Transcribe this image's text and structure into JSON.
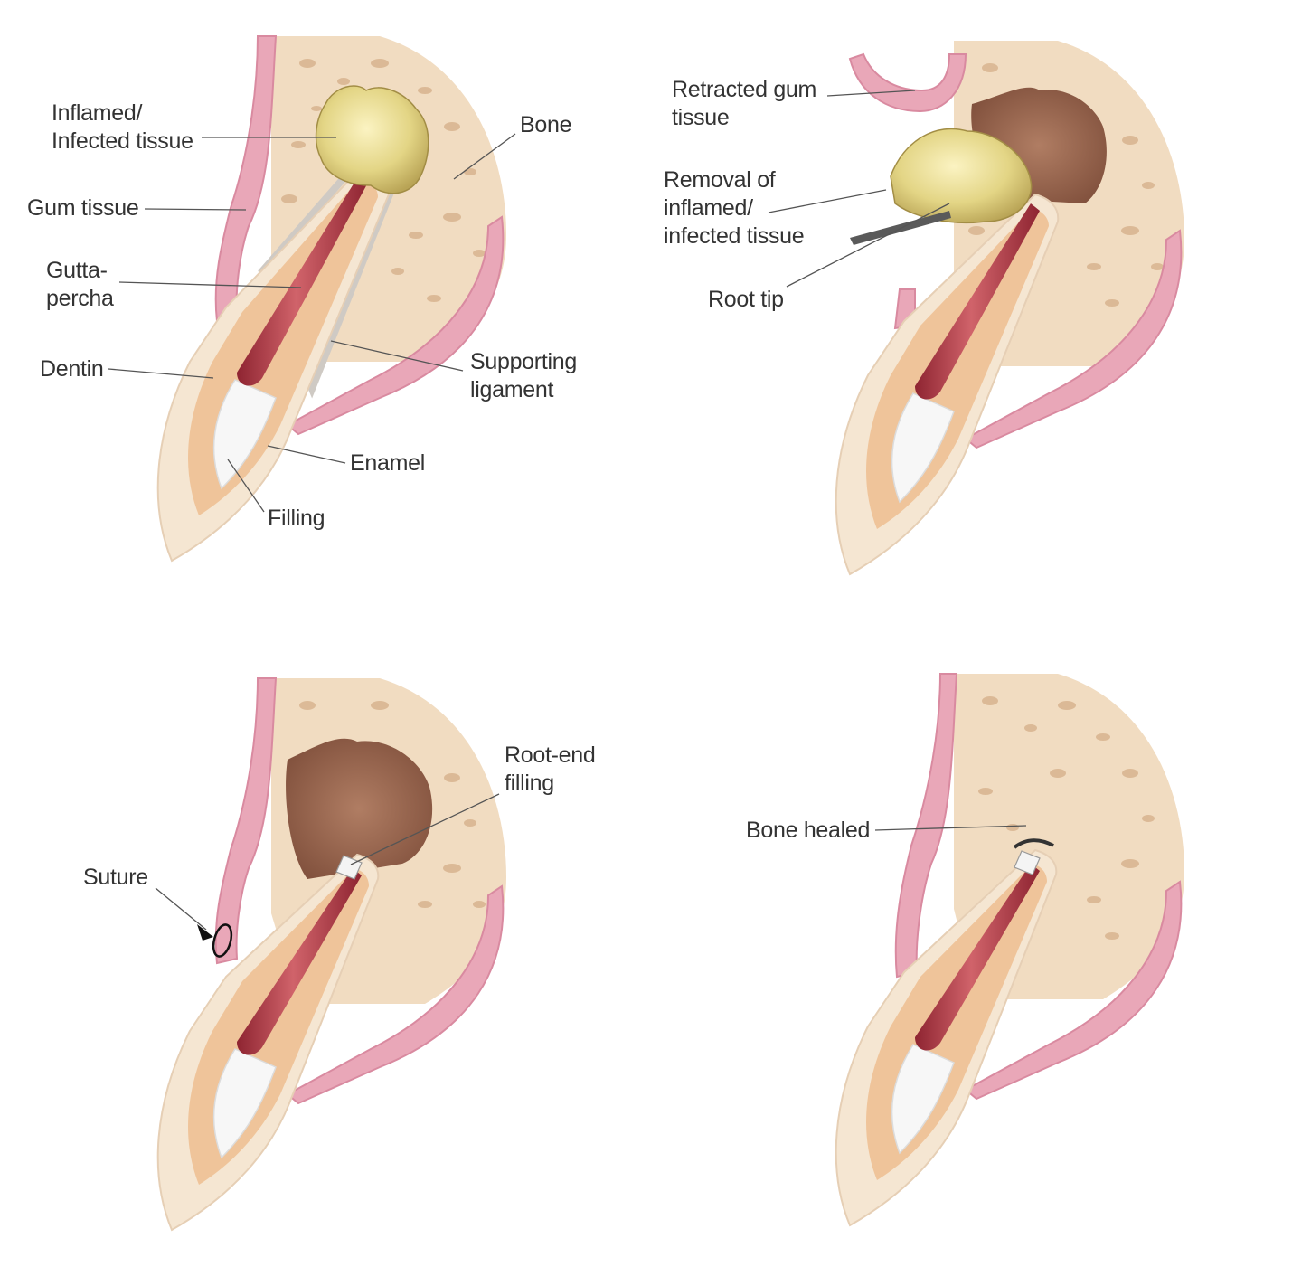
{
  "colors": {
    "gum": "#e9a7b8",
    "gum_dark": "#d98aa0",
    "bone": "#f1dcc1",
    "bone_pore": "#d8b48f",
    "dentin": "#efc49a",
    "enamel": "#f5e6d2",
    "pulp_filling": "#b33b46",
    "crown_filling": "#f7f7f7",
    "ligament": "#cfcac4",
    "infected": "#ddd28a",
    "cavity": "#8d5a46",
    "leader": "#555555",
    "text": "#333333"
  },
  "panels": [
    {
      "id": "panel-1",
      "labels": [
        {
          "name": "label-inflamed-infected-tissue",
          "text": "Inflamed/\nInfected tissue"
        },
        {
          "name": "label-bone",
          "text": "Bone"
        },
        {
          "name": "label-gum-tissue",
          "text": "Gum tissue"
        },
        {
          "name": "label-gutta-percha",
          "text": "Gutta-\npercha"
        },
        {
          "name": "label-dentin",
          "text": "Dentin"
        },
        {
          "name": "label-supporting-ligament",
          "text": "Supporting\nligament"
        },
        {
          "name": "label-enamel",
          "text": "Enamel"
        },
        {
          "name": "label-filling",
          "text": "Filling"
        }
      ]
    },
    {
      "id": "panel-2",
      "labels": [
        {
          "name": "label-retracted-gum-tissue",
          "text": "Retracted gum\ntissue"
        },
        {
          "name": "label-removal-of-tissue",
          "text": "Removal of\ninflamed/\ninfected tissue"
        },
        {
          "name": "label-root-tip",
          "text": "Root tip"
        }
      ]
    },
    {
      "id": "panel-3",
      "labels": [
        {
          "name": "label-root-end-filling",
          "text": "Root-end\nfilling"
        },
        {
          "name": "label-suture",
          "text": "Suture"
        }
      ]
    },
    {
      "id": "panel-4",
      "labels": [
        {
          "name": "label-bone-healed",
          "text": "Bone healed"
        }
      ]
    }
  ]
}
